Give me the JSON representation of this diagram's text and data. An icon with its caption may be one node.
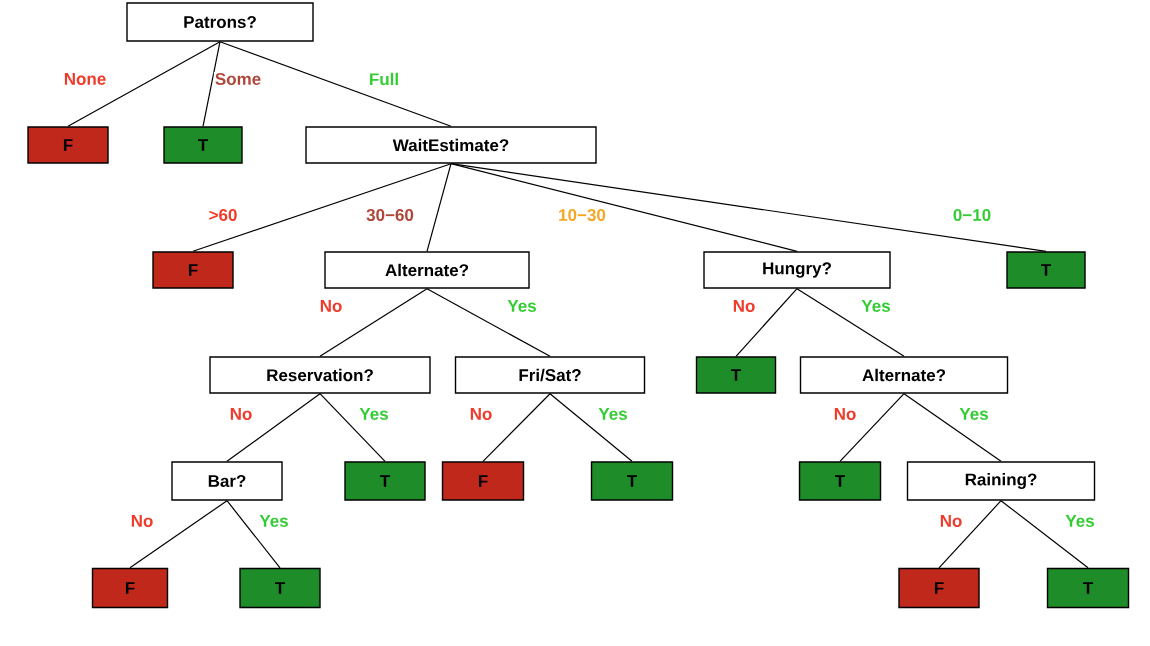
{
  "diagram": {
    "nodes": [
      {
        "text": [
          "Patrons?"
        ]
      },
      {
        "text": [
          "F"
        ]
      },
      {
        "text": [
          "T"
        ]
      },
      {
        "text": [
          "WaitEstimate?"
        ]
      },
      {
        "text": [
          "F"
        ]
      },
      {
        "text": [
          "Alternate?"
        ]
      },
      {
        "text": [
          "Hungry?"
        ]
      },
      {
        "text": [
          "T"
        ]
      },
      {
        "text": [
          "Reservation?"
        ]
      },
      {
        "text": [
          "Fri/Sat?"
        ]
      },
      {
        "text": [
          "T"
        ]
      },
      {
        "text": [
          "Alternate?"
        ]
      },
      {
        "text": [
          "Bar?"
        ]
      },
      {
        "text": [
          "T"
        ]
      },
      {
        "text": [
          "F"
        ]
      },
      {
        "text": [
          "T"
        ]
      },
      {
        "text": [
          "T"
        ]
      },
      {
        "text": [
          "Raining?"
        ]
      },
      {
        "text": [
          "F"
        ]
      },
      {
        "text": [
          "T"
        ]
      },
      {
        "text": [
          "F"
        ]
      },
      {
        "text": [
          "T"
        ]
      }
    ],
    "edges": [
      {
        "from": 0,
        "to": 1,
        "arrow": "none",
        "label": "None"
      },
      {
        "from": 0,
        "to": 2,
        "arrow": "none",
        "label": "Some"
      },
      {
        "from": 0,
        "to": 3,
        "arrow": "none",
        "label": "Full"
      },
      {
        "from": 3,
        "to": 4,
        "arrow": "none",
        "label": ">60"
      },
      {
        "from": 3,
        "to": 5,
        "arrow": "none",
        "label": "30−60"
      },
      {
        "from": 3,
        "to": 6,
        "arrow": "none",
        "label": "10−30"
      },
      {
        "from": 3,
        "to": 7,
        "arrow": "none",
        "label": "0−10"
      },
      {
        "from": 5,
        "to": 8,
        "arrow": "none",
        "label": "No"
      },
      {
        "from": 5,
        "to": 9,
        "arrow": "none",
        "label": "Yes"
      },
      {
        "from": 6,
        "to": 10,
        "arrow": "none",
        "label": "No"
      },
      {
        "from": 6,
        "to": 11,
        "arrow": "none",
        "label": "Yes"
      },
      {
        "from": 8,
        "to": 12,
        "arrow": "none",
        "label": "No"
      },
      {
        "from": 8,
        "to": 13,
        "arrow": "none",
        "label": "Yes"
      },
      {
        "from": 9,
        "to": 14,
        "arrow": "none",
        "label": "No"
      },
      {
        "from": 9,
        "to": 15,
        "arrow": "none",
        "label": "Yes"
      },
      {
        "from": 11,
        "to": 16,
        "arrow": "none",
        "label": "No"
      },
      {
        "from": 11,
        "to": 17,
        "arrow": "none",
        "label": "Yes"
      },
      {
        "from": 12,
        "to": 18,
        "arrow": "none",
        "label": "No"
      },
      {
        "from": 12,
        "to": 19,
        "arrow": "none",
        "label": "Yes"
      },
      {
        "from": 17,
        "to": 20,
        "arrow": "none",
        "label": "No"
      },
      {
        "from": 17,
        "to": 21,
        "arrow": "none",
        "label": "Yes"
      }
    ]
  }
}
